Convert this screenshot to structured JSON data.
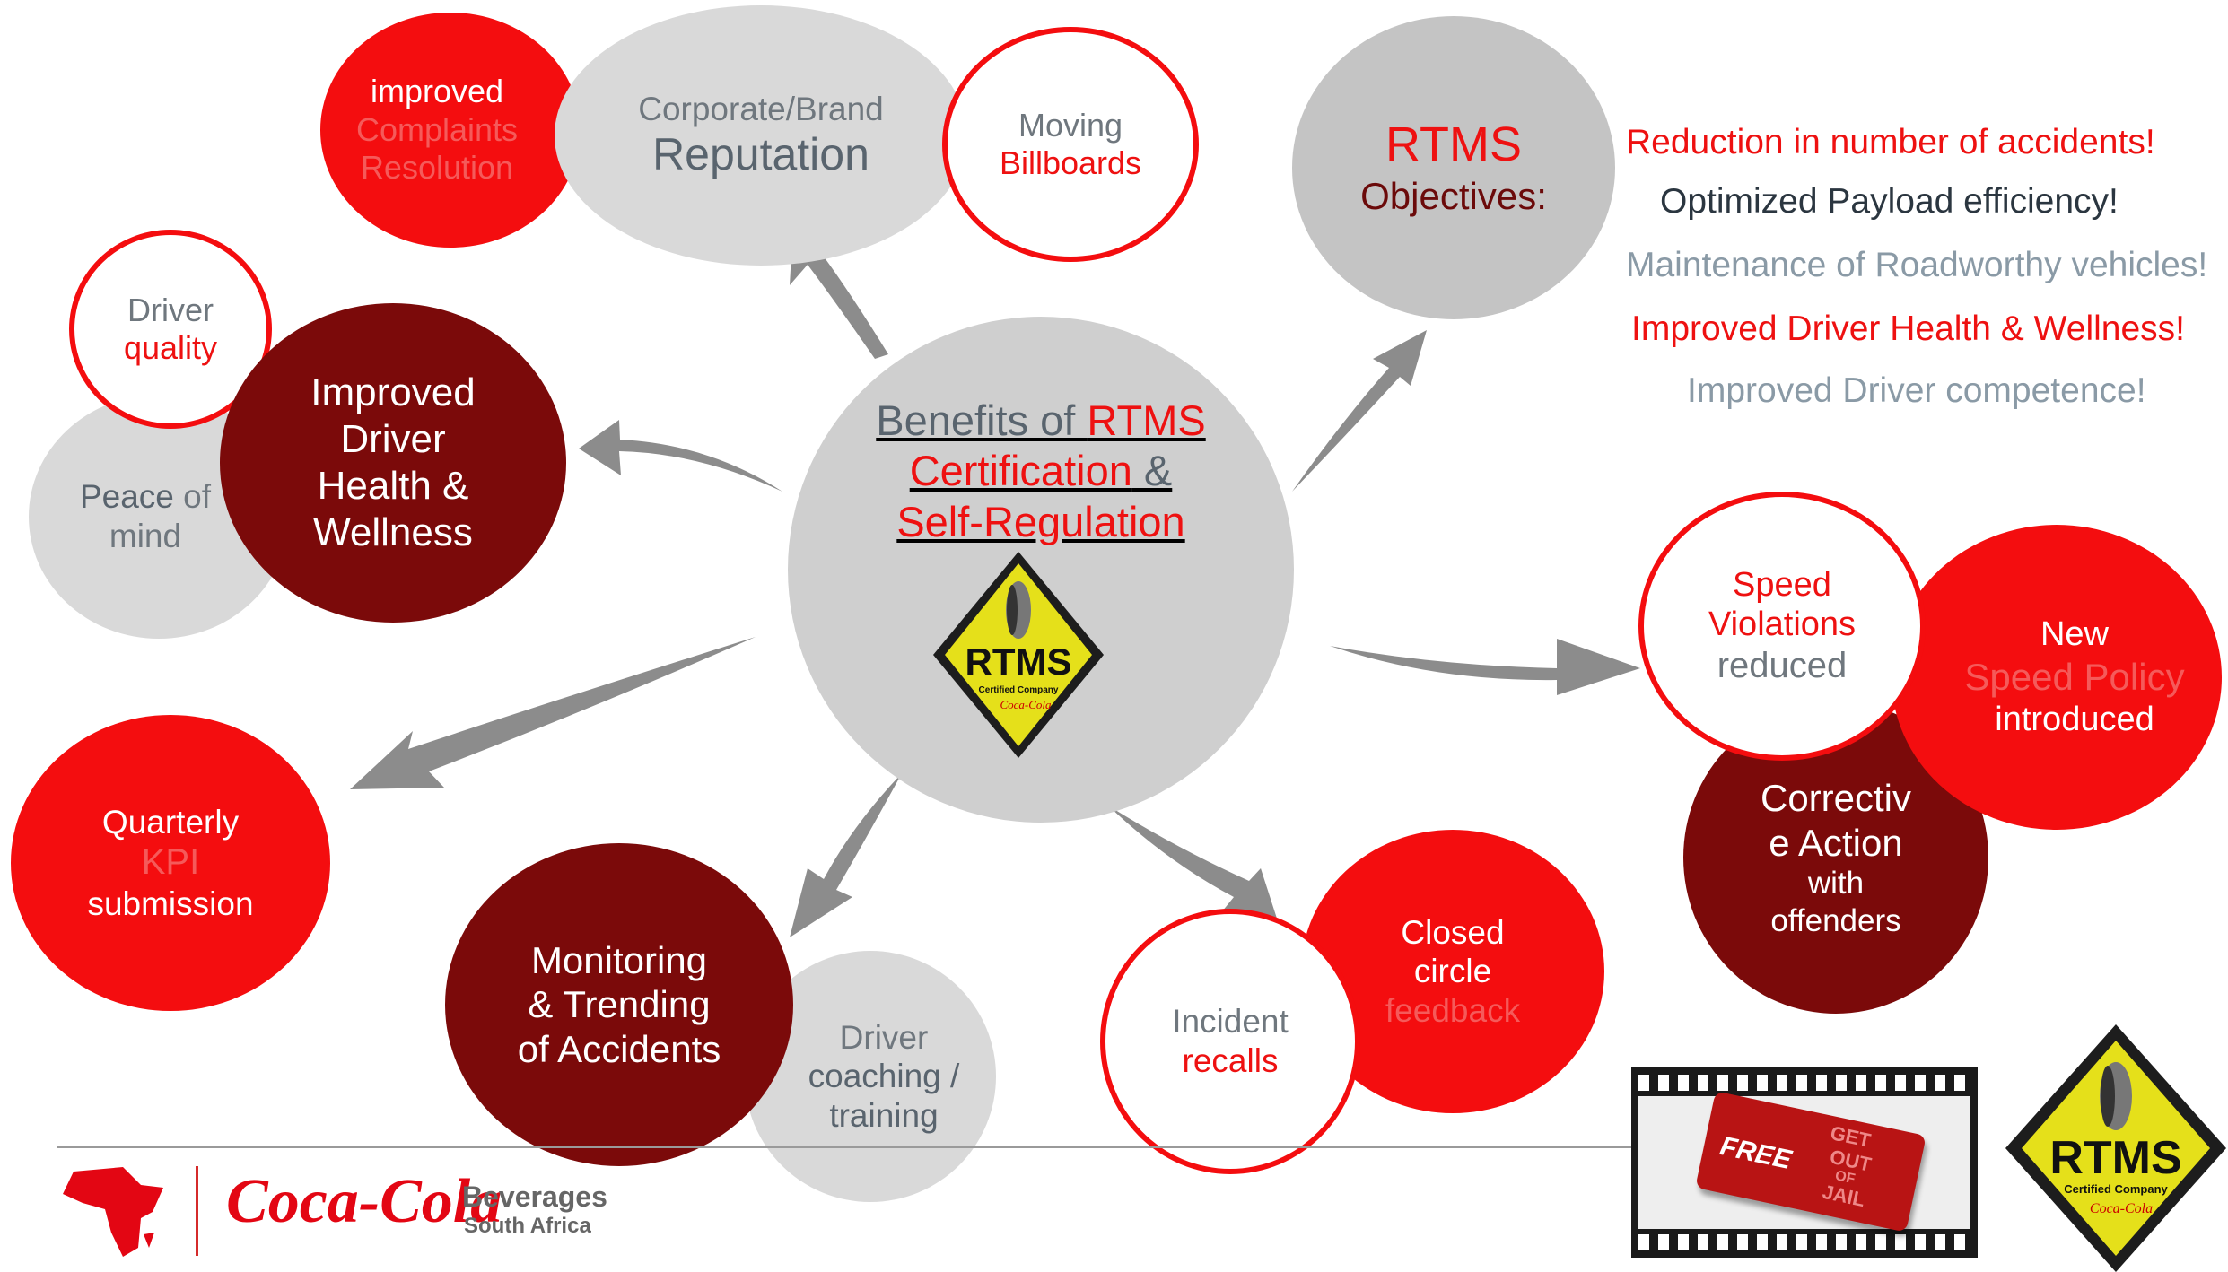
{
  "center": {
    "line1a": "Benefits of ",
    "line1b": "RTMS",
    "line2a": "Certification",
    "line2b": " &",
    "line3": "Self-Regulation"
  },
  "badge": {
    "title": "RTMS",
    "sub": "Certified Company",
    "brand": "Coca-Cola"
  },
  "reputation": {
    "top": "Corporate/Brand",
    "main": "Reputation"
  },
  "complaints": {
    "l1": "improved",
    "l2": "Complaints",
    "l3": "Resolution"
  },
  "billboards": {
    "l1": "Moving",
    "l2": "Billboards"
  },
  "objectives": {
    "title": "RTMS",
    "subtitle": "Objectives:",
    "items": [
      {
        "text": "Reduction in number of accidents!",
        "color": "#ee1111"
      },
      {
        "text": "Optimized Payload efficiency!",
        "color": "#2b3640"
      },
      {
        "text": "Maintenance of Roadworthy vehicles!",
        "color": "#8a9aa6"
      },
      {
        "text": "Improved Driver Health & Wellness!",
        "color": "#ee1111"
      },
      {
        "text": "Improved Driver competence!",
        "color": "#8a9aa6"
      }
    ]
  },
  "driver_quality": {
    "l1": "Driver",
    "l2": "quality"
  },
  "peace": {
    "a": "Peace",
    "b": " of",
    "c": "mind"
  },
  "health": {
    "l1": "Improved",
    "l2": "Driver",
    "l3": "Health &",
    "l4": "Wellness"
  },
  "speed_violations": {
    "l1": "Speed",
    "l2": "Violations",
    "l3": "reduced"
  },
  "speed_policy": {
    "l1": "New",
    "l2": "Speed Policy",
    "l3": "introduced"
  },
  "corrective": {
    "l1": "Correctiv",
    "l2": "e Action",
    "l3": "with",
    "l4": "offenders"
  },
  "kpi": {
    "l1": "Quarterly",
    "l2": "KPI",
    "l3": "submission"
  },
  "monitoring": {
    "l1": "Monitoring",
    "l2": "& Trending",
    "l3": "of Accidents"
  },
  "coaching": {
    "l1": "Driver",
    "l2": "coaching /",
    "l3": "training"
  },
  "incident": {
    "l1": "Incident",
    "l2": "recalls"
  },
  "closed": {
    "l1": "Closed",
    "l2": "circle",
    "l3": "feedback"
  },
  "footer": {
    "brand": "Coca-Cola",
    "beverages": "Beverages",
    "region": "South Africa"
  },
  "ticket": {
    "free": "FREE",
    "get": "GET",
    "out": "OUT",
    "of": "OF",
    "jail": "JAIL"
  },
  "colors": {
    "red": "#f40d0f",
    "maroon": "#7b0a0a",
    "grey": "#d9d9d9",
    "arrow": "#8c8c8c"
  }
}
